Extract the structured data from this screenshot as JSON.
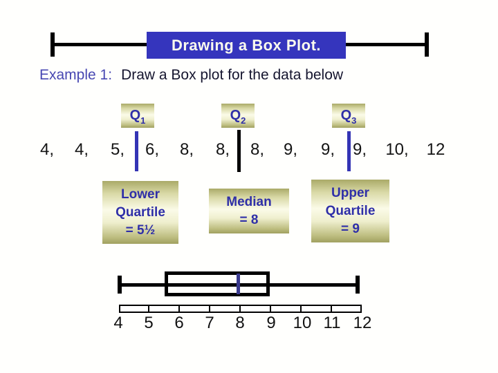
{
  "title": "Drawing a Box Plot.",
  "example": {
    "label": "Example 1:",
    "text": "Draw a Box plot for the data below"
  },
  "quartile_markers": [
    {
      "prefix": "Q",
      "sub": "1"
    },
    {
      "prefix": "Q",
      "sub": "2"
    },
    {
      "prefix": "Q",
      "sub": "3"
    }
  ],
  "data_row": {
    "values": [
      "4,",
      "4,",
      "5,",
      "6,",
      "8,",
      "8,",
      "8,",
      "9,",
      "9,",
      "9,",
      "10,",
      "12"
    ]
  },
  "stat_boxes": {
    "lower": {
      "lines": [
        "Lower",
        "Quartile",
        "= 5½"
      ]
    },
    "median": {
      "lines": [
        "Median",
        "= 8"
      ]
    },
    "upper": {
      "lines": [
        "Upper",
        "Quartile",
        "= 9"
      ]
    }
  },
  "axis": {
    "labels": [
      "4",
      "5",
      "6",
      "7",
      "8",
      "9",
      "10",
      "11",
      "12"
    ]
  },
  "colors": {
    "banner_blue": "#3535bd",
    "marker_blue": "#3434b4",
    "text_blue": "#2f2fa8",
    "example_label_blue": "#4747b2",
    "median_line_blue": "#39398e",
    "tan_box_light": "#fbfbe8",
    "tan_box_dark": "#a0a060"
  },
  "chart_data": {
    "type": "boxplot",
    "title": "Drawing a Box Plot.",
    "values": [
      4,
      4,
      5,
      6,
      8,
      8,
      8,
      9,
      9,
      9,
      10,
      12
    ],
    "min": 4,
    "q1": 5.5,
    "median": 8,
    "q3": 9,
    "max": 12,
    "axis_ticks": [
      4,
      5,
      6,
      7,
      8,
      9,
      10,
      11,
      12
    ],
    "axis_range": [
      4,
      12
    ],
    "orientation": "horizontal",
    "legend": "none",
    "grid": "off"
  }
}
